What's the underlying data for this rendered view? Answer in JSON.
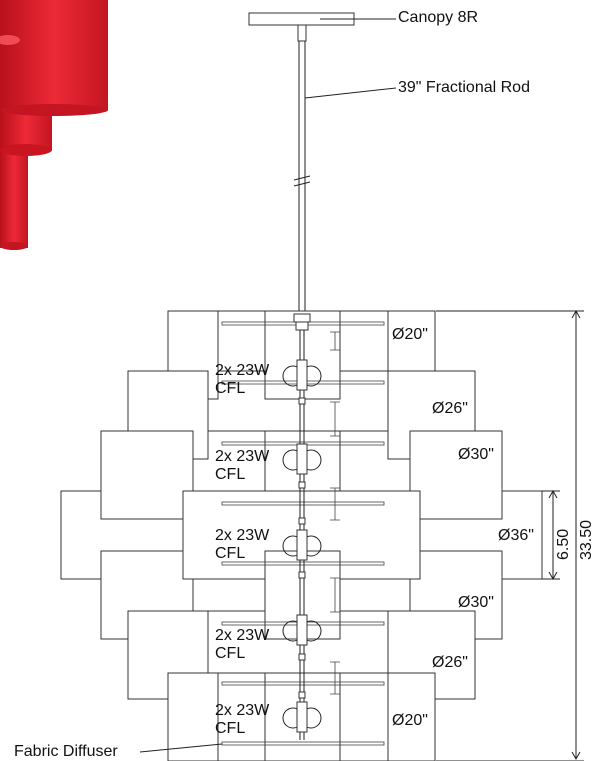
{
  "callouts": {
    "canopy": "Canopy 8R",
    "rod": "39\" Fractional Rod",
    "diffuser": "Fabric Diffuser"
  },
  "diameters": {
    "d20_top": "Ø20\"",
    "d26_top": "Ø26\"",
    "d30_top": "Ø30\"",
    "d36": "Ø36\"",
    "d30_bottom": "Ø30\"",
    "d26_bottom": "Ø26\"",
    "d20_bottom": "Ø20\""
  },
  "lamps": [
    {
      "line1": "2x 23W",
      "line2": "CFL"
    },
    {
      "line1": "2x 23W",
      "line2": "CFL"
    },
    {
      "line1": "2x 23W",
      "line2": "CFL"
    },
    {
      "line1": "2x 23W",
      "line2": "CFL"
    },
    {
      "line1": "2x 23W",
      "line2": "CFL"
    }
  ],
  "dimensions": {
    "height_total": "33.50",
    "height_middle": "6.50"
  },
  "colors": {
    "shade_red": "#e0202e",
    "line": "#222222"
  },
  "thumbnail": "red-drum-shade-thumbnail"
}
